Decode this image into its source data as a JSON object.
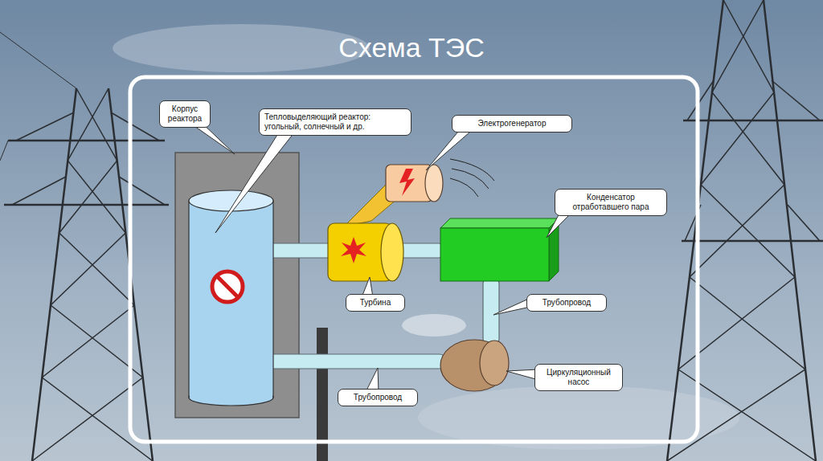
{
  "diagram": {
    "title": "Схема ТЭС",
    "nodes": [
      {
        "text": [
          "Корпус реактора"
        ]
      },
      {
        "text": [
          "Тепловыделяющий реактор: угольный, солнечный и др."
        ]
      },
      {
        "text": [
          "Электрогенератор"
        ]
      },
      {
        "text": [
          "Конденсатор отработавшего пара"
        ]
      },
      {
        "text": [
          "Турбина"
        ]
      },
      {
        "text": [
          "Трубопровод"
        ]
      },
      {
        "text": [
          "Циркуляционный насос"
        ]
      },
      {
        "text": [
          "Трубопровод"
        ]
      }
    ]
  }
}
